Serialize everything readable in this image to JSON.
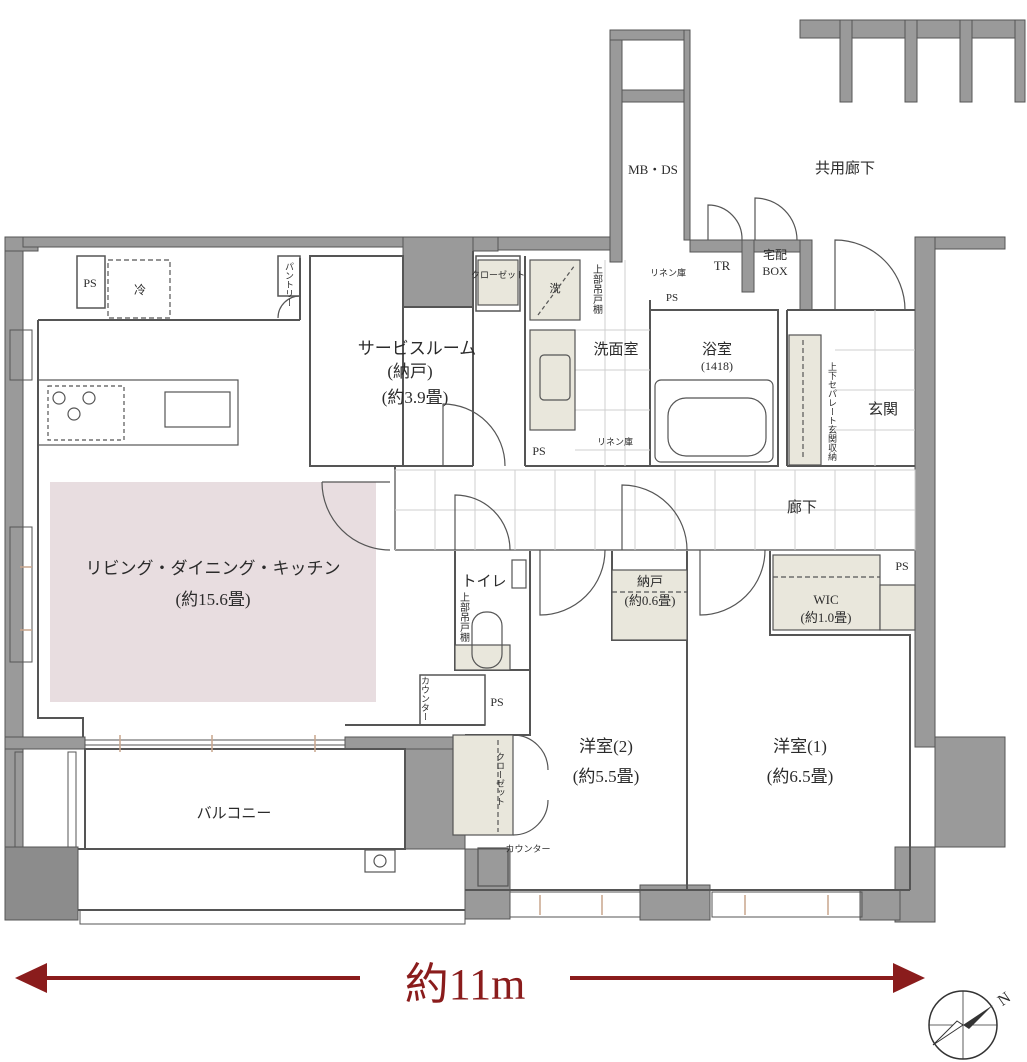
{
  "colors": {
    "wall": "#9a9a9a",
    "storage_fill": "#e9e7dc",
    "ldk_highlight": "#e8dde0",
    "tile_line": "#cfcfcf",
    "dimension_arrow": "#8a1c1c",
    "window_tick": "#c9a58c"
  },
  "rooms": {
    "ldk": "リビング・ダイニング・キッチン",
    "ldk_area": "(約15.6畳)",
    "service_room": "サービスルーム",
    "service_room_sub": "(納戸)",
    "service_room_area": "(約3.9畳)",
    "western_2": "洋室(2)",
    "western_2_area": "(約5.5畳)",
    "western_1": "洋室(1)",
    "western_1_area": "(約6.5畳)",
    "nando": "納戸",
    "nando_area": "(約0.6畳)",
    "wic": "WIC",
    "wic_area": "(約1.0畳)",
    "washroom": "洗面室",
    "bath": "浴室",
    "bath_size": "(1418)",
    "toilet": "トイレ",
    "hall": "廊下",
    "entrance": "玄関",
    "common_corridor": "共用廊下",
    "balcony": "バルコニー",
    "mb_ds": "MB・DS"
  },
  "fixtures": {
    "ps": "PS",
    "fridge": "冷",
    "pantry": "パントリー",
    "closet": "クローゼット",
    "washer": "洗",
    "upper_shelf": "上部吊戸棚",
    "linen": "リネン庫",
    "tr": "TR",
    "delivery_box_1": "宅配",
    "delivery_box_2": "BOX",
    "entrance_storage": "上下セパレート玄関収納",
    "counter": "カウンター"
  },
  "dimension": {
    "label": "約11m"
  },
  "compass": {
    "north": "N"
  }
}
